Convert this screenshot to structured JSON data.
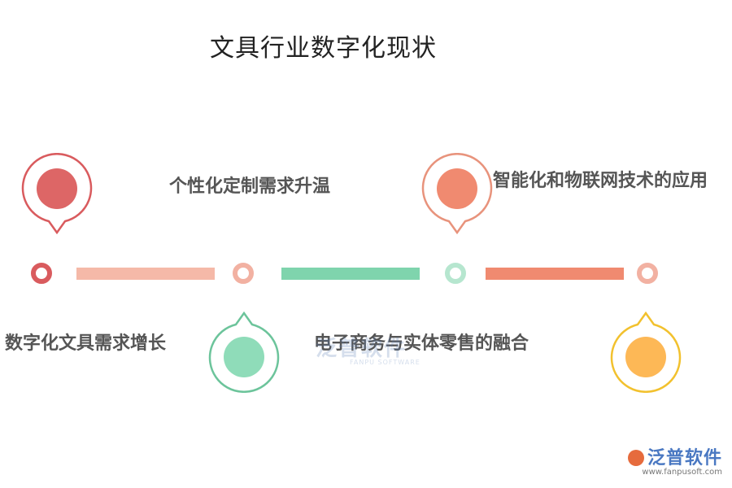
{
  "title": "文具行业数字化现状",
  "items": [
    {
      "label": "数字化文具需求增长",
      "color": "#d95b5e"
    },
    {
      "label": "个性化定制需求升温",
      "color": "#f2b1a2"
    },
    {
      "label": "电子商务与实体零售的融合",
      "color": "#8fd9b8"
    },
    {
      "label": "智能化和物联网技术的应用",
      "color": "#f08a70"
    },
    {
      "label": "",
      "color": "#f7b800"
    }
  ],
  "connectors": [
    {
      "color": "#f5b9a8"
    },
    {
      "color": "#7fd4ad"
    },
    {
      "color": "#f08a70"
    }
  ],
  "pins": [
    {
      "ring": "#d95b5e",
      "fill": "#dd6666"
    },
    {
      "ring": "#e8937c",
      "fill": "#f08a70"
    },
    {
      "ring": "#6cc49b",
      "fill": "#8fdcb9"
    },
    {
      "ring": "#f2c12e",
      "fill": "#fdb856"
    }
  ],
  "watermark": {
    "main": "泛普软件",
    "sub": "FANPU SOFTWARE"
  },
  "logo": {
    "name": "泛普软件",
    "url": "www.fanpusoft.com"
  }
}
